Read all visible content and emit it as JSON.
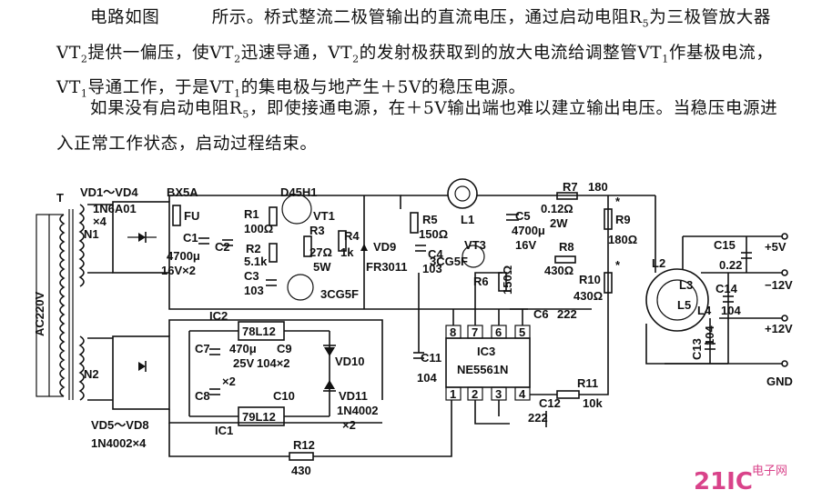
{
  "text": {
    "p1": [
      {
        "t": "电路如图　　　所示。桥式整流二极管输出的直流电压，通过启动电阻R"
      },
      {
        "s": "5"
      },
      {
        "t": "为三极管放大器VT"
      },
      {
        "s": "2"
      },
      {
        "t": "提供一偏压，使VT"
      },
      {
        "s": "2"
      },
      {
        "t": "迅速导通，VT"
      },
      {
        "s": "2"
      },
      {
        "t": "的发射极获取到的放大电流给调整管VT"
      },
      {
        "s": "1"
      },
      {
        "t": "作基极电流，VT"
      },
      {
        "s": "1"
      },
      {
        "t": "导通工作，于是VT"
      },
      {
        "s": "1"
      },
      {
        "t": "的集电极与地产生＋5V的稳压电源。"
      }
    ],
    "p2": [
      {
        "t": "如果没有启动电阻R"
      },
      {
        "s": "5"
      },
      {
        "t": "，即使接通电源，在＋5V输出端也难以建立输出电压。当稳压电源进入正常工作状态，启动过程结束。"
      }
    ]
  },
  "schematic": {
    "labels": {
      "t": "T",
      "vd1_4": "VD1～VD4",
      "vd1_4_part": "1N6A01",
      "vd1_4_qty": "×4",
      "n1": "N1",
      "ac": "AC220V",
      "n2": "N2",
      "vd5_8": "VD5～VD8",
      "vd5_8_part": "1N4002×4",
      "bx5a": "BX5A",
      "fu": "FU",
      "c1": "C1",
      "c1_val": "4700μ",
      "c1_val2": "16V×2",
      "c2": "C2",
      "r1": "R1",
      "r1_val": "100Ω",
      "r2": "R2",
      "r2_val": "5.1k",
      "c3": "C3",
      "c3_val": "103",
      "d45h1": "D45H1",
      "vt1": "VT1",
      "r3": "R3",
      "r3_val": "27Ω",
      "r3_w": "5W",
      "r4": "R4",
      "r4_val": "1k",
      "vt2_part": "3CG5F",
      "vd9": "VD9",
      "vd9_part": "FR3011",
      "r5": "R5",
      "r5_val": "150Ω",
      "c4": "C4",
      "c4_val": "103",
      "l1": "L1",
      "c5": "C5",
      "c5_val": "4700μ",
      "c5_v": "16V",
      "vt3": "VT3",
      "vt3_part": "3CG5F",
      "r6": "R6",
      "r6_val": "150Ω",
      "r7": "R7",
      "r7_val": "0.12Ω",
      "r7_w": "2W",
      "r7_top": "180",
      "r8": "R8",
      "r8_val": "430Ω",
      "r9": "R9",
      "r9_val": "180Ω",
      "r10": "R10",
      "r10_val": "430Ω",
      "c6": "C6",
      "c6_val": "222",
      "ic2": "IC2",
      "ic2_part": "78L12",
      "c7": "C7",
      "c7_val": "470μ",
      "c7_v": "25V",
      "c7_qty": "×2",
      "c9": "C9",
      "c9_val": "104×2",
      "vd10": "VD10",
      "c8": "C8",
      "c10": "C10",
      "vd11": "VD11",
      "vd11_part": "1N4002",
      "vd11_qty": "×2",
      "ic1": "IC1",
      "ic1_part": "79L12",
      "r12": "R12",
      "r12_val": "430",
      "c11": "C11",
      "c11_val": "104",
      "ic3": "IC3",
      "ic3_part": "NE5561N",
      "pin8": "8",
      "pin7": "7",
      "pin6": "6",
      "pin5": "5",
      "pin1": "1",
      "pin2": "2",
      "pin3": "3",
      "pin4": "4",
      "r11": "R11",
      "r11_val": "10k",
      "c12": "C12",
      "c12_val": "222",
      "l2": "L2",
      "l3": "L3",
      "l4": "L4",
      "l5": "L5",
      "c13": "C13",
      "c13_val": "104",
      "c14": "C14",
      "c14_val": "104",
      "c15": "C15",
      "c15_val": "0.22",
      "out_5v": "+5V",
      "out_m12v": "−12V",
      "out_12v": "+12V",
      "out_gnd": "GND",
      "star1": "*",
      "star2": "*"
    }
  },
  "watermark": {
    "brand": "21IC",
    "cn": "电子网"
  }
}
